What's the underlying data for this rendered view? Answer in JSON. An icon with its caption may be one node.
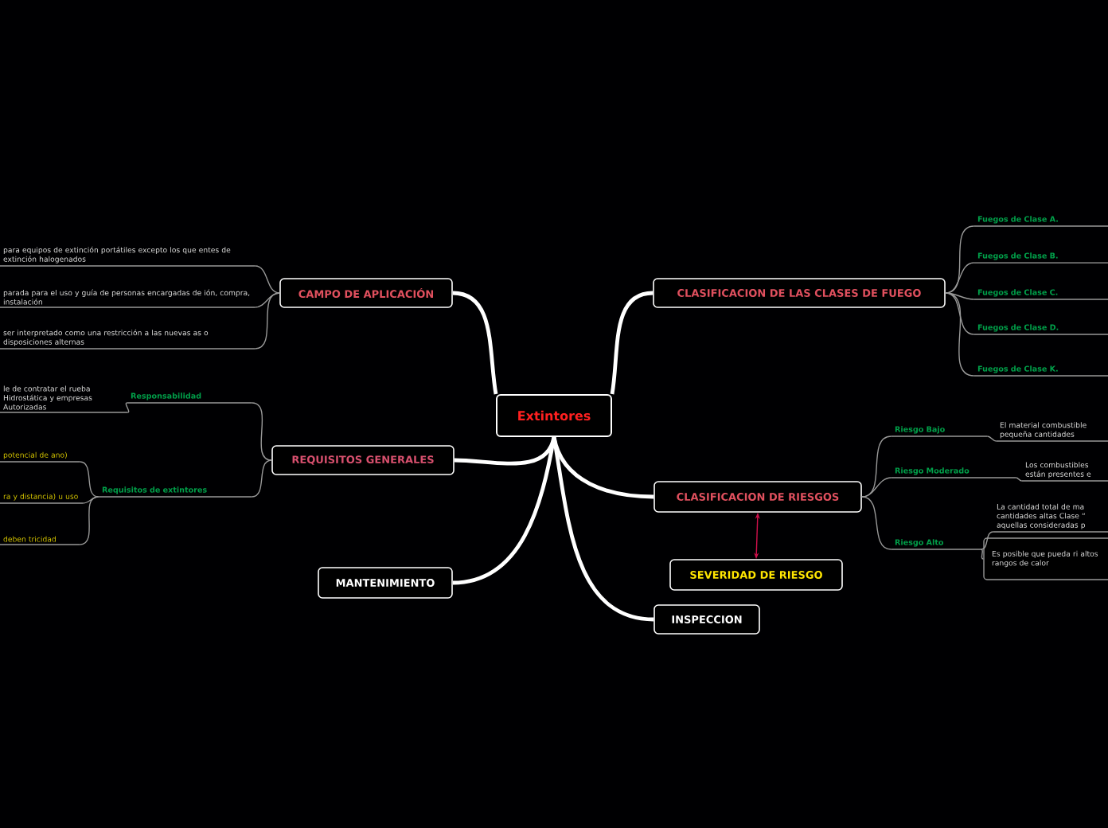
{
  "diagram": {
    "nodes": [
      {
        "text": [
          "Extintores"
        ]
      },
      {
        "text": [
          "CAMPO DE APLICACIÓN"
        ]
      },
      {
        "text": [
          "para equipos de extinción portátiles excepto los que entes de extinción halogenados"
        ]
      },
      {
        "text": [
          "parada para el uso y guía de personas encargadas de ión, compra, instalación"
        ]
      },
      {
        "text": [
          "ser interpretado como una restricción a las nuevas as o disposiciones alternas"
        ]
      },
      {
        "text": [
          "REQUISITOS GENERALES"
        ]
      },
      {
        "text": [
          "Responsabilidad"
        ]
      },
      {
        "text": [
          "le de contratar el rueba Hidrostática y empresas Autorizadas"
        ]
      },
      {
        "text": [
          "Requisitos de extintores"
        ]
      },
      {
        "text": [
          "potencial de ano)"
        ]
      },
      {
        "text": [
          "ra y distancia) u uso"
        ]
      },
      {
        "text": [
          "deben tricidad"
        ]
      },
      {
        "text": [
          "MANTENIMIENTO"
        ]
      },
      {
        "text": [
          "CLASIFICACION DE LAS CLASES DE FUEGO"
        ]
      },
      {
        "text": [
          "Fuegos de Clase A."
        ]
      },
      {
        "text": [
          "Fuegos de Clase B."
        ]
      },
      {
        "text": [
          "Fuegos de Clase C."
        ]
      },
      {
        "text": [
          "Fuegos de Clase D."
        ]
      },
      {
        "text": [
          "Fuegos de Clase K."
        ]
      },
      {
        "text": [
          "CLASIFICACION DE RIESGOS"
        ]
      },
      {
        "text": [
          "Riesgo Bajo"
        ]
      },
      {
        "text": [
          "El material combustible pequeña cantidades"
        ]
      },
      {
        "text": [
          "Riesgo Moderado"
        ]
      },
      {
        "text": [
          "Los combustibles están presentes e"
        ]
      },
      {
        "text": [
          "Riesgo Alto"
        ]
      },
      {
        "text": [
          "La cantidad total de ma cantidades altas Clase “ aquellas consideradas p"
        ]
      },
      {
        "text": [
          "Es posible que pueda ri altos rangos de calor"
        ]
      },
      {
        "text": [
          "SEVERIDAD DE RIESGO"
        ]
      },
      {
        "text": [
          "INSPECCION"
        ]
      }
    ],
    "edges": [
      {
        "from": 0,
        "to": 1,
        "arrow": "none",
        "style": "thick",
        "color": "#ffffff"
      },
      {
        "from": 0,
        "to": 5,
        "arrow": "none",
        "style": "thick",
        "color": "#ffffff"
      },
      {
        "from": 0,
        "to": 12,
        "arrow": "none",
        "style": "thick",
        "color": "#ffffff"
      },
      {
        "from": 0,
        "to": 13,
        "arrow": "none",
        "style": "thick",
        "color": "#ffffff"
      },
      {
        "from": 0,
        "to": 19,
        "arrow": "none",
        "style": "thick",
        "color": "#ffffff"
      },
      {
        "from": 0,
        "to": 28,
        "arrow": "none",
        "style": "thick",
        "color": "#ffffff"
      },
      {
        "from": 1,
        "to": 2,
        "arrow": "none"
      },
      {
        "from": 1,
        "to": 3,
        "arrow": "none"
      },
      {
        "from": 1,
        "to": 4,
        "arrow": "none"
      },
      {
        "from": 5,
        "to": 6,
        "arrow": "none"
      },
      {
        "from": 5,
        "to": 8,
        "arrow": "none"
      },
      {
        "from": 6,
        "to": 7,
        "arrow": "none"
      },
      {
        "from": 8,
        "to": 9,
        "arrow": "none"
      },
      {
        "from": 8,
        "to": 10,
        "arrow": "none"
      },
      {
        "from": 8,
        "to": 11,
        "arrow": "none"
      },
      {
        "from": 13,
        "to": 14,
        "arrow": "none"
      },
      {
        "from": 13,
        "to": 15,
        "arrow": "none"
      },
      {
        "from": 13,
        "to": 16,
        "arrow": "none"
      },
      {
        "from": 13,
        "to": 17,
        "arrow": "none"
      },
      {
        "from": 13,
        "to": 18,
        "arrow": "none"
      },
      {
        "from": 19,
        "to": 20,
        "arrow": "none"
      },
      {
        "from": 19,
        "to": 22,
        "arrow": "none"
      },
      {
        "from": 19,
        "to": 24,
        "arrow": "none"
      },
      {
        "from": 20,
        "to": 21,
        "arrow": "none"
      },
      {
        "from": 22,
        "to": 23,
        "arrow": "none"
      },
      {
        "from": 24,
        "to": 25,
        "arrow": "none"
      },
      {
        "from": 24,
        "to": 26,
        "arrow": "none"
      },
      {
        "from": 19,
        "to": 27,
        "arrow": "both",
        "color": "#d0104c"
      }
    ]
  }
}
